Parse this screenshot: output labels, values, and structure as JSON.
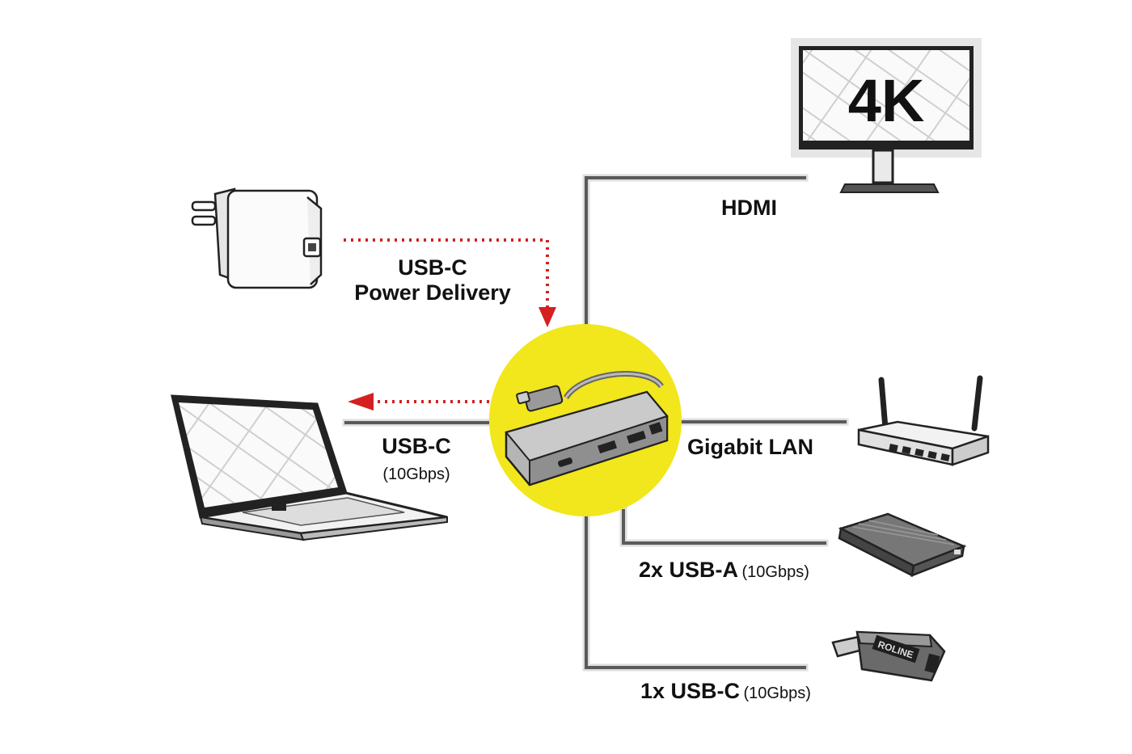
{
  "monitor": {
    "badge": "4K"
  },
  "labels": {
    "hdmi": "HDMI",
    "power_line1": "USB-C",
    "power_line2": "Power Delivery",
    "laptop_main": "USB-C",
    "laptop_sub": "(10Gbps)",
    "lan": "Gigabit LAN",
    "usba_main": "2x USB-A",
    "usba_sub": "(10Gbps)",
    "usbc_main": "1x USB-C",
    "usbc_sub": "(10Gbps)"
  },
  "adapter": {
    "brand": "ROLINE"
  },
  "colors": {
    "hub_circle": "#f2e61c",
    "arrow": "#d42020",
    "line": "#5a5a5a"
  }
}
